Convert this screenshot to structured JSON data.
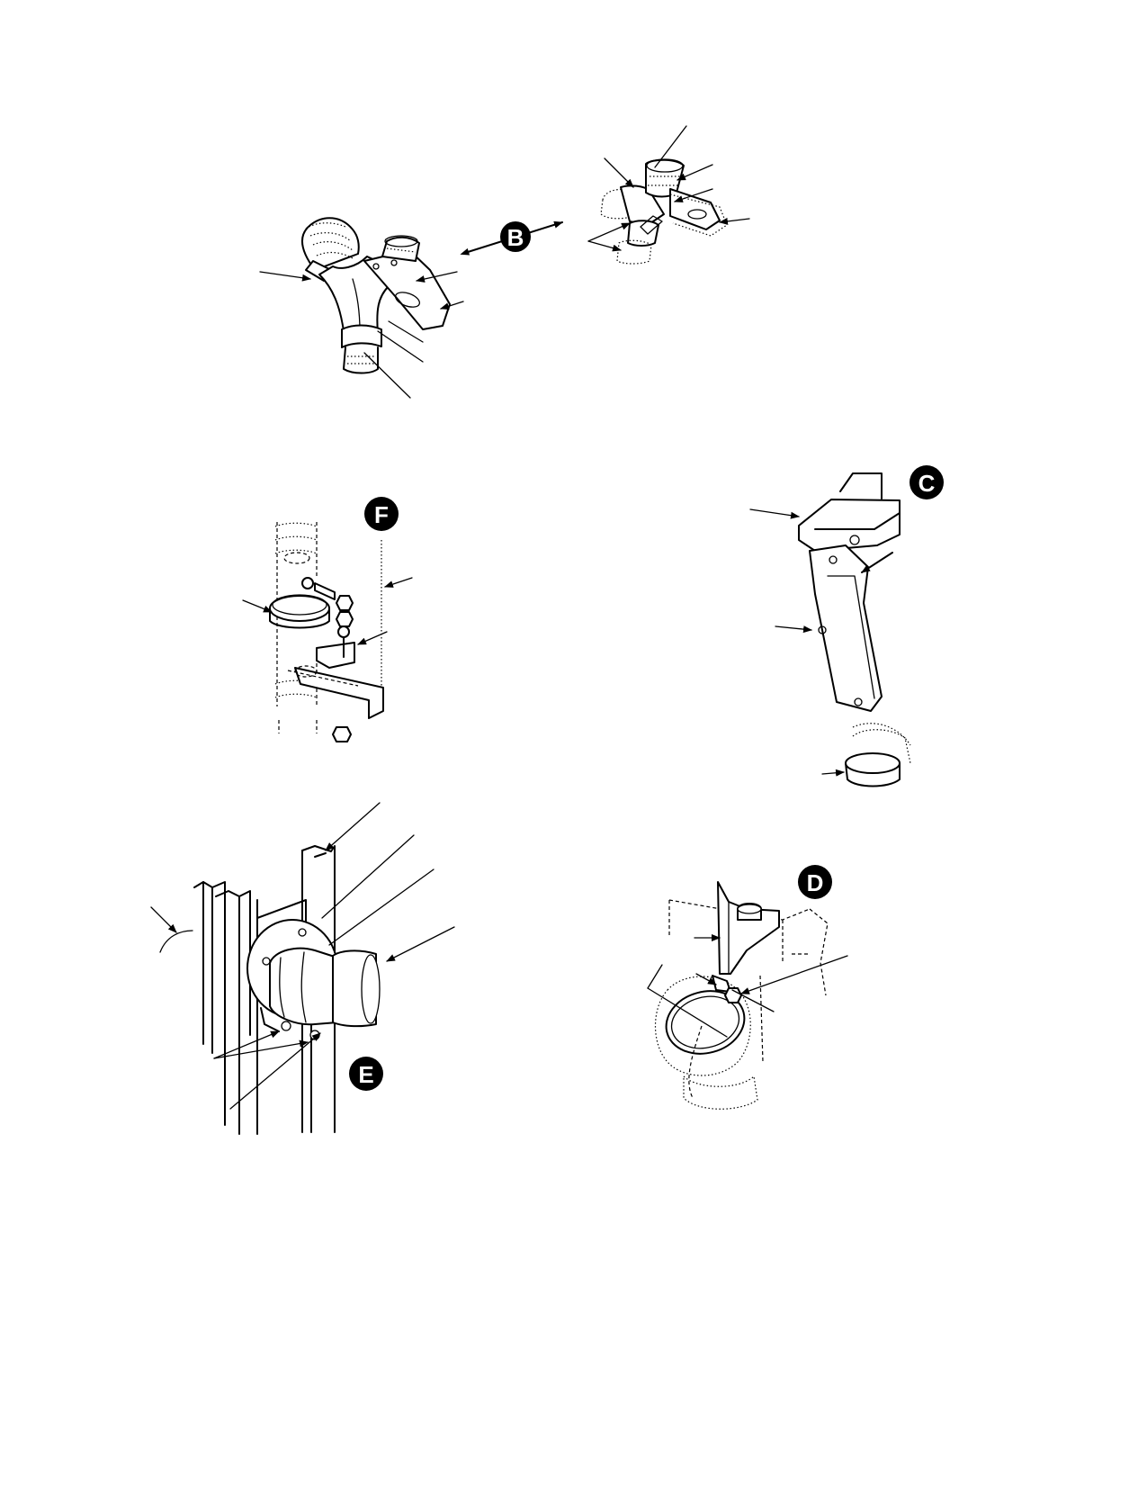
{
  "views": [
    {
      "id": "B",
      "label": "B"
    },
    {
      "id": "C",
      "label": "C"
    },
    {
      "id": "D",
      "label": "D"
    },
    {
      "id": "E",
      "label": "E"
    },
    {
      "id": "F",
      "label": "F"
    }
  ],
  "colors": {
    "ink": "#000000",
    "paper": "#ffffff"
  }
}
